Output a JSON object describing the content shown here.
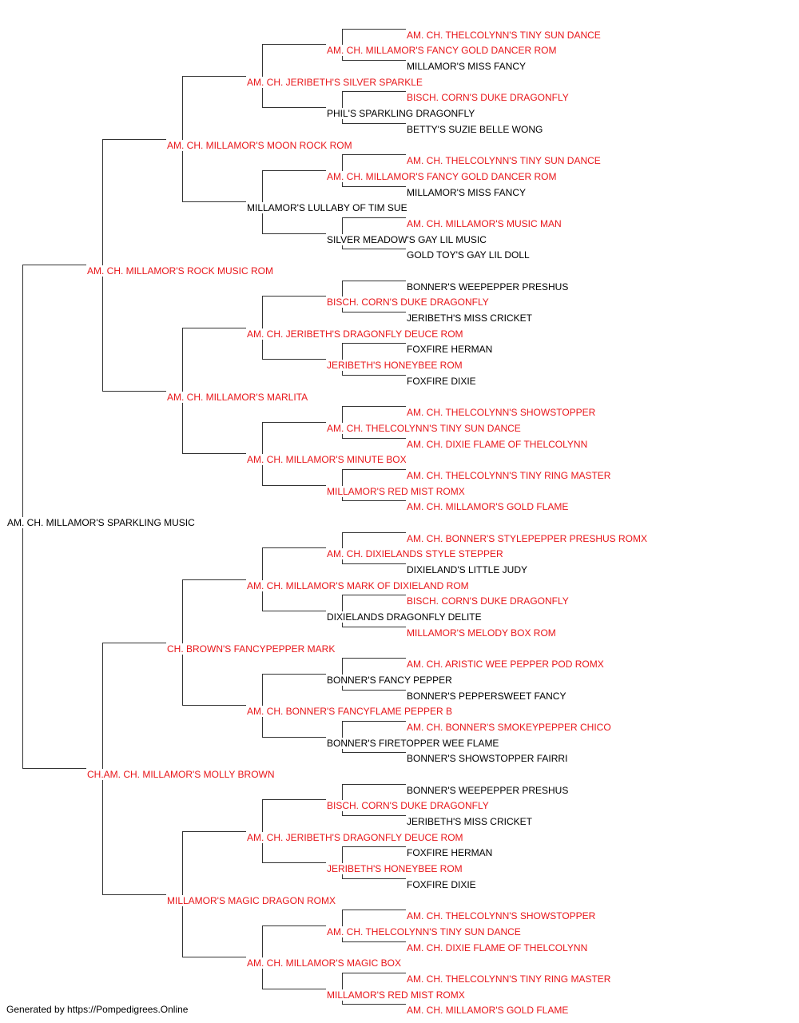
{
  "colors": {
    "champion": "#e8161a",
    "normal": "#000000",
    "connector": "#333333"
  },
  "pedigree": {
    "name": "AM. CH. MILLAMOR'S SPARKLING MUSIC",
    "champ": false,
    "sire": {
      "name": "AM. CH. MILLAMOR'S ROCK MUSIC ROM",
      "champ": true,
      "sire": {
        "name": "AM. CH. MILLAMOR'S MOON ROCK ROM",
        "champ": true,
        "sire": {
          "name": "AM. CH. JERIBETH'S SILVER SPARKLE",
          "champ": true,
          "sire": {
            "name": "AM. CH. MILLAMOR'S FANCY GOLD DANCER ROM",
            "champ": true,
            "sire": {
              "name": "AM. CH. THELCOLYNN'S TINY SUN DANCE",
              "champ": true
            },
            "dam": {
              "name": "MILLAMOR'S MISS FANCY",
              "champ": false
            }
          },
          "dam": {
            "name": "PHIL'S SPARKLING DRAGONFLY",
            "champ": false,
            "sire": {
              "name": "BISCH. CORN'S DUKE DRAGONFLY",
              "champ": true
            },
            "dam": {
              "name": "BETTY'S SUZIE BELLE WONG",
              "champ": false
            }
          }
        },
        "dam": {
          "name": "MILLAMOR'S LULLABY OF TIM SUE",
          "champ": false,
          "sire": {
            "name": "AM. CH. MILLAMOR'S FANCY GOLD DANCER ROM",
            "champ": true,
            "sire": {
              "name": "AM. CH. THELCOLYNN'S TINY SUN DANCE",
              "champ": true
            },
            "dam": {
              "name": "MILLAMOR'S MISS FANCY",
              "champ": false
            }
          },
          "dam": {
            "name": "SILVER MEADOW'S GAY LIL MUSIC",
            "champ": false,
            "sire": {
              "name": "AM. CH. MILLAMOR'S MUSIC MAN",
              "champ": true
            },
            "dam": {
              "name": "GOLD TOY'S GAY LIL DOLL",
              "champ": false
            }
          }
        }
      },
      "dam": {
        "name": "AM. CH. MILLAMOR'S MARLITA",
        "champ": true,
        "sire": {
          "name": "AM. CH. JERIBETH'S DRAGONFLY DEUCE ROM",
          "champ": true,
          "sire": {
            "name": "BISCH. CORN'S DUKE DRAGONFLY",
            "champ": true,
            "sire": {
              "name": "BONNER'S WEEPEPPER PRESHUS",
              "champ": false
            },
            "dam": {
              "name": "JERIBETH'S MISS CRICKET",
              "champ": false
            }
          },
          "dam": {
            "name": "JERIBETH'S HONEYBEE ROM",
            "champ": true,
            "sire": {
              "name": "FOXFIRE HERMAN",
              "champ": false
            },
            "dam": {
              "name": "FOXFIRE DIXIE",
              "champ": false
            }
          }
        },
        "dam": {
          "name": "AM. CH. MILLAMOR'S MINUTE BOX",
          "champ": true,
          "sire": {
            "name": "AM. CH. THELCOLYNN'S TINY SUN DANCE",
            "champ": true,
            "sire": {
              "name": "AM. CH. THELCOLYNN'S SHOWSTOPPER",
              "champ": true
            },
            "dam": {
              "name": "AM. CH. DIXIE FLAME OF THELCOLYNN",
              "champ": true
            }
          },
          "dam": {
            "name": "MILLAMOR'S RED MIST ROMX",
            "champ": true,
            "sire": {
              "name": "AM. CH. THELCOLYNN'S TINY RING MASTER",
              "champ": true
            },
            "dam": {
              "name": "AM. CH. MILLAMOR'S GOLD FLAME",
              "champ": true
            }
          }
        }
      }
    },
    "dam": {
      "name": "CH.AM. CH. MILLAMOR'S MOLLY BROWN",
      "champ": true,
      "sire": {
        "name": "CH. BROWN'S FANCYPEPPER MARK",
        "champ": true,
        "sire": {
          "name": "AM. CH. MILLAMOR'S MARK OF DIXIELAND ROM",
          "champ": true,
          "sire": {
            "name": "AM. CH. DIXIELANDS STYLE STEPPER",
            "champ": true,
            "sire": {
              "name": "AM. CH. BONNER'S STYLEPEPPER PRESHUS ROMX",
              "champ": true
            },
            "dam": {
              "name": "DIXIELAND'S LITTLE JUDY",
              "champ": false
            }
          },
          "dam": {
            "name": "DIXIELANDS DRAGONFLY DELITE",
            "champ": false,
            "sire": {
              "name": "BISCH. CORN'S DUKE DRAGONFLY",
              "champ": true
            },
            "dam": {
              "name": "MILLAMOR'S MELODY BOX ROM",
              "champ": true
            }
          }
        },
        "dam": {
          "name": "AM. CH. BONNER'S FANCYFLAME PEPPER B",
          "champ": true,
          "sire": {
            "name": "BONNER'S FANCY PEPPER",
            "champ": false,
            "sire": {
              "name": "AM. CH. ARISTIC WEE PEPPER POD ROMX",
              "champ": true
            },
            "dam": {
              "name": "BONNER'S PEPPERSWEET FANCY",
              "champ": false
            }
          },
          "dam": {
            "name": "BONNER'S FIRETOPPER WEE FLAME",
            "champ": false,
            "sire": {
              "name": "AM. CH. BONNER'S SMOKEYPEPPER CHICO",
              "champ": true
            },
            "dam": {
              "name": "BONNER'S SHOWSTOPPER FAIRRI",
              "champ": false
            }
          }
        }
      },
      "dam": {
        "name": "MILLAMOR'S MAGIC DRAGON ROMX",
        "champ": true,
        "sire": {
          "name": "AM. CH. JERIBETH'S DRAGONFLY DEUCE ROM",
          "champ": true,
          "sire": {
            "name": "BISCH. CORN'S DUKE DRAGONFLY",
            "champ": true,
            "sire": {
              "name": "BONNER'S WEEPEPPER PRESHUS",
              "champ": false
            },
            "dam": {
              "name": "JERIBETH'S MISS CRICKET",
              "champ": false
            }
          },
          "dam": {
            "name": "JERIBETH'S HONEYBEE ROM",
            "champ": true,
            "sire": {
              "name": "FOXFIRE HERMAN",
              "champ": false
            },
            "dam": {
              "name": "FOXFIRE DIXIE",
              "champ": false
            }
          }
        },
        "dam": {
          "name": "AM. CH. MILLAMOR'S MAGIC BOX",
          "champ": true,
          "sire": {
            "name": "AM. CH. THELCOLYNN'S TINY SUN DANCE",
            "champ": true,
            "sire": {
              "name": "AM. CH. THELCOLYNN'S SHOWSTOPPER",
              "champ": true
            },
            "dam": {
              "name": "AM. CH. DIXIE FLAME OF THELCOLYNN",
              "champ": true
            }
          },
          "dam": {
            "name": "MILLAMOR'S RED MIST ROMX",
            "champ": true,
            "sire": {
              "name": "AM. CH. THELCOLYNN'S TINY RING MASTER",
              "champ": true
            },
            "dam": {
              "name": "AM. CH. MILLAMOR'S GOLD FLAME",
              "champ": true
            }
          }
        }
      }
    }
  },
  "footer": {
    "text": "Generated by https://Pompedigrees.Online"
  }
}
